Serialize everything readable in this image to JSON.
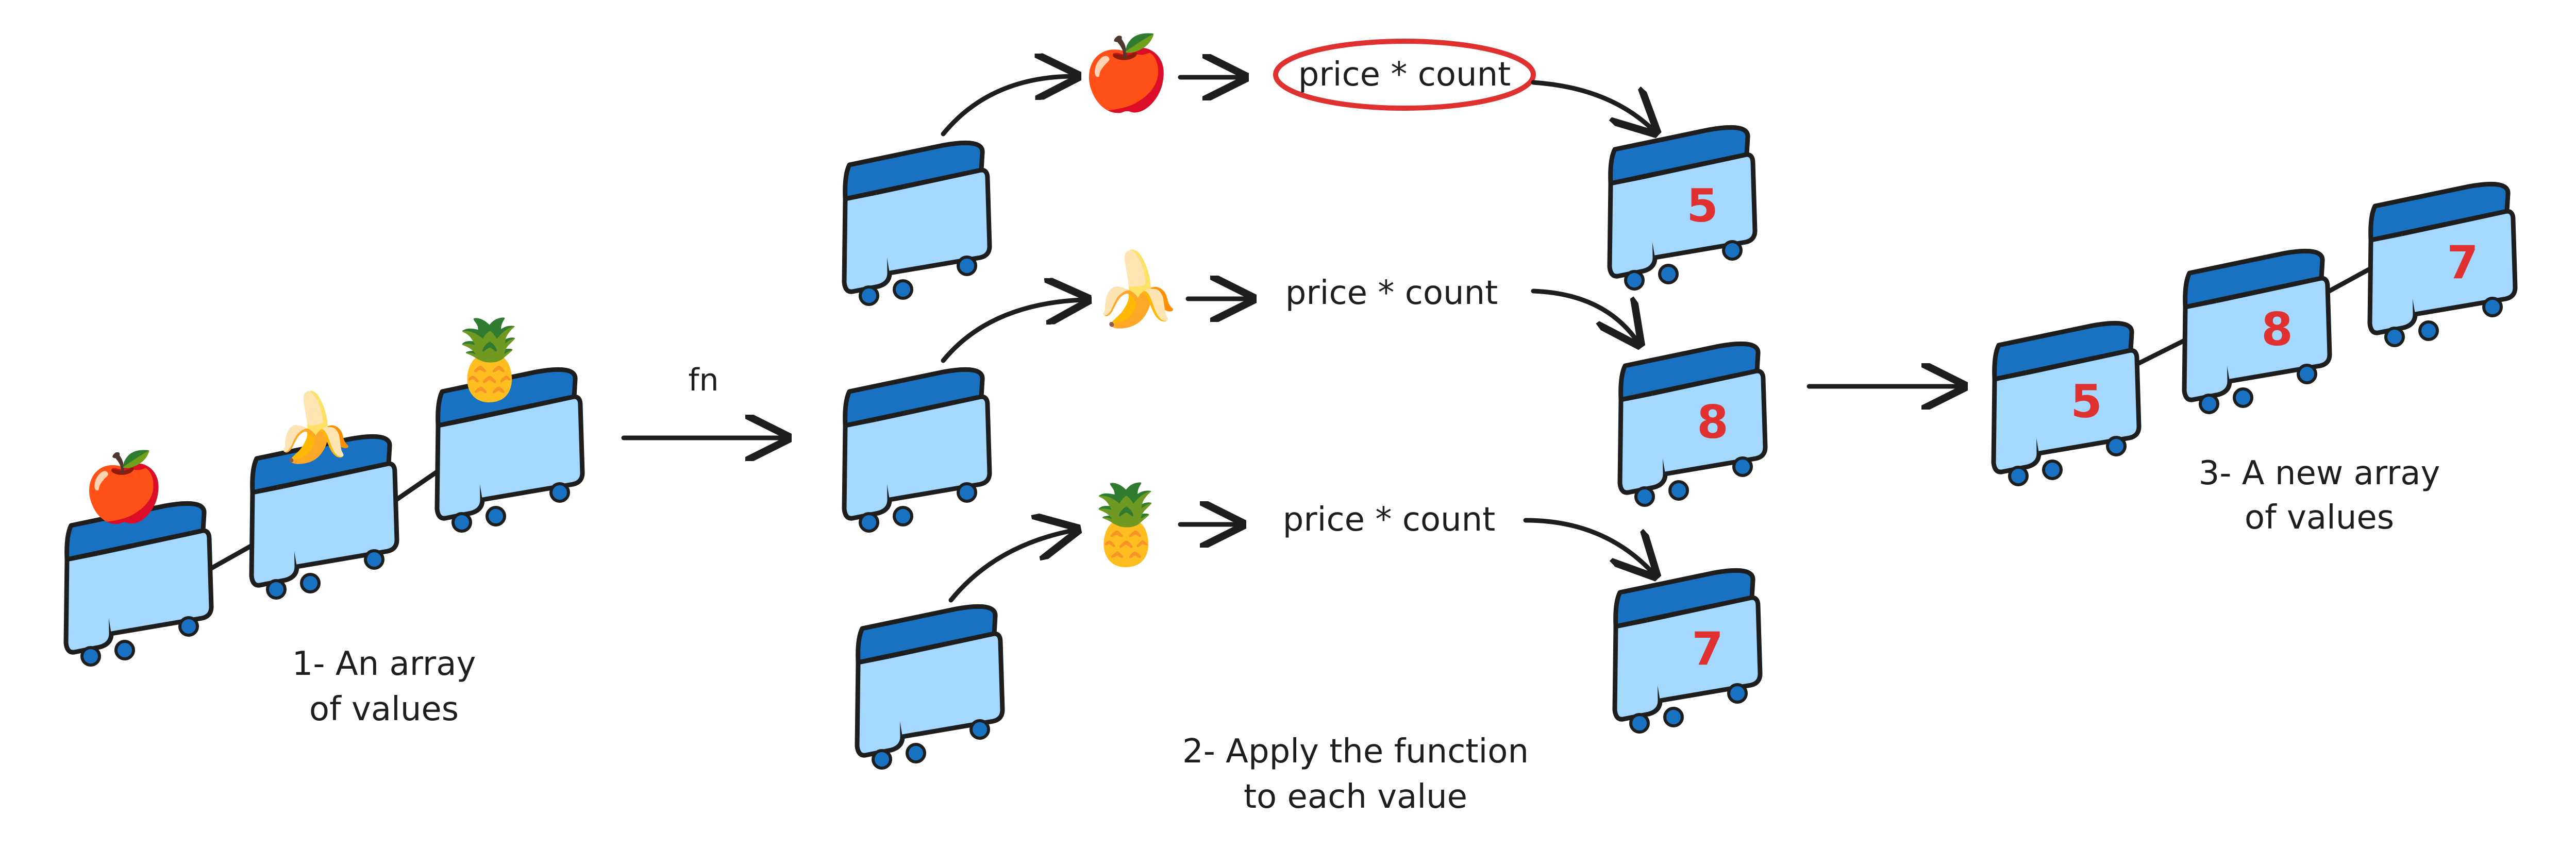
{
  "colors": {
    "ink": "#1e1e1e",
    "cart_body": "#a5d8ff",
    "cart_top": "#1971c2",
    "wheel": "#1971c2",
    "number": "#e03131",
    "highlight": "#e03131"
  },
  "labels": {
    "fn": "fn",
    "step1_line1": "1- An array",
    "step1_line2": "of values",
    "step2_line1": "2- Apply the function",
    "step2_line2": "to each value",
    "step3_line1": "3- A new array",
    "step3_line2": "of values"
  },
  "input_array": [
    "apple",
    "banana",
    "pineapple"
  ],
  "fruit_icons": {
    "apple": "🍎",
    "banana": "🍌",
    "pineapple": "🍍"
  },
  "mappings": [
    {
      "fruit": "apple",
      "expression": "price * count",
      "result": "5",
      "highlighted": true
    },
    {
      "fruit": "banana",
      "expression": "price * count",
      "result": "8",
      "highlighted": false
    },
    {
      "fruit": "pineapple",
      "expression": "price * count",
      "result": "7",
      "highlighted": false
    }
  ],
  "output_array": [
    "5",
    "8",
    "7"
  ]
}
